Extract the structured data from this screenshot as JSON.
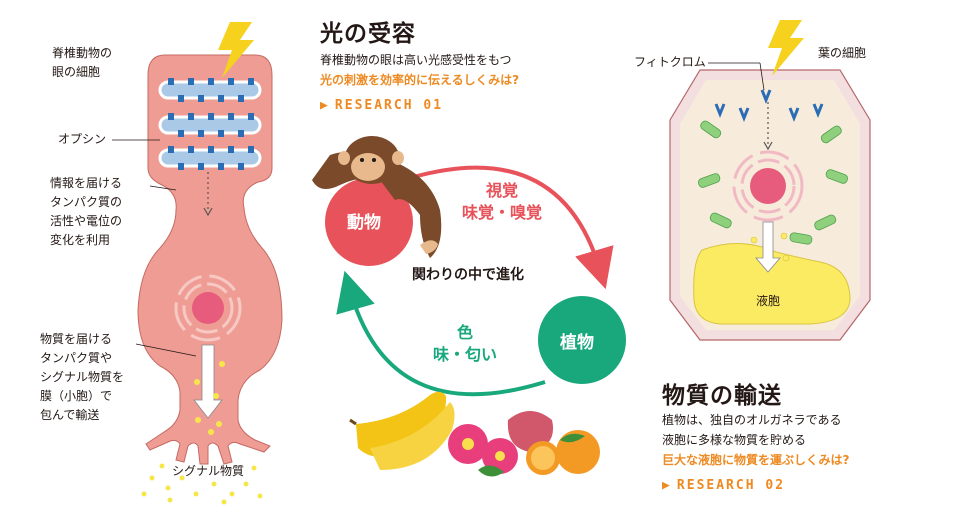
{
  "left": {
    "cell_title": [
      "脊椎動物の",
      "眼の細胞"
    ],
    "opsin": "オプシン",
    "info_protein": [
      "情報を届ける",
      "タンパク質の",
      "活性や電位の",
      "変化を利用"
    ],
    "material_protein": [
      "物質を届ける",
      "タンパク質や",
      "シグナル物質を",
      "膜（小胞）で",
      "包んで輸送"
    ],
    "signal": "シグナル物質"
  },
  "center": {
    "title": "光の受容",
    "desc": "脊椎動物の眼は高い光感受性をもつ",
    "question": "光の刺激を効率的に伝えるしくみは?",
    "research": "RESEARCH 01",
    "animal": "動物",
    "plant": "植物",
    "senses_animal": [
      "視覚",
      "味覚・嗅覚"
    ],
    "senses_plant": [
      "色",
      "味・匂い"
    ],
    "evolution": "関わりの中で進化"
  },
  "right": {
    "phytochrome": "フィトクロム",
    "leaf_cell": "葉の細胞",
    "vacuole": "液胞",
    "title": "物質の輸送",
    "desc": [
      "植物は、独自のオルガネラである",
      "液胞に多様な物質を貯める"
    ],
    "question": "巨大な液胞に物質を運ぶしくみは?",
    "research": "RESEARCH 02"
  },
  "colors": {
    "animal": "#e8525a",
    "plant": "#19a87c",
    "orange": "#ee8a22",
    "cell_pink": "#ef9d94",
    "opsin_blue": "#2a6db4",
    "vacuole_yellow": "#fbeb62"
  }
}
